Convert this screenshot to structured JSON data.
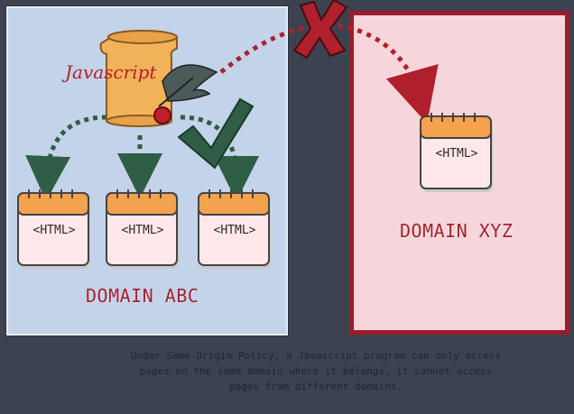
{
  "scroll_label": "Javascript",
  "pages": {
    "abc_1": "<HTML>",
    "abc_2": "<HTML>",
    "abc_3": "<HTML>",
    "xyz_1": "<HTML>"
  },
  "domains": {
    "abc": "DOMAIN ABC",
    "xyz": "DOMAIN XYZ"
  },
  "caption": "Under Same-Origin Policy, a Javascript program can only access pages on the same domain where it belongs, it cannot access pages from different domains.",
  "colors": {
    "abc_panel": "#c3d3e9",
    "xyz_panel": "#f6d6da",
    "xyz_border": "#9c1c2b",
    "allowed_arrow": "#2f5d45",
    "blocked_arrow": "#b0202c",
    "label_red": "#a3222f"
  },
  "icons": [
    "scroll-icon",
    "quill-icon",
    "checkmark-icon",
    "cross-icon",
    "html-page-icon"
  ]
}
